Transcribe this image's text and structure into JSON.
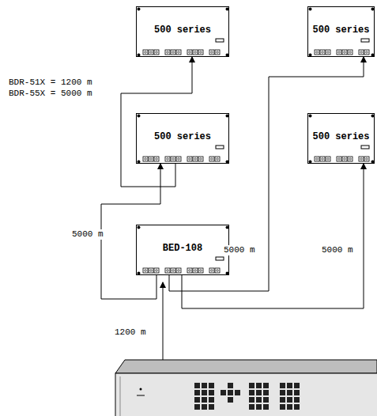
{
  "diagram": {
    "nodes": [
      {
        "text": [
          "500 series"
        ]
      },
      {
        "text": [
          "500 series"
        ]
      },
      {
        "text": [
          "500 series"
        ]
      },
      {
        "text": [
          "500 series"
        ]
      },
      {
        "text": [
          "BED-108"
        ]
      }
    ],
    "edges": [
      {
        "from": 4,
        "to": 2,
        "arrow": "to"
      },
      {
        "from": 2,
        "to": 0,
        "arrow": "to"
      },
      {
        "from": 4,
        "to": 1,
        "arrow": "to"
      },
      {
        "from": 4,
        "to": 3,
        "arrow": "to"
      }
    ],
    "labels": [
      "BDR-51X = 1200 m",
      "BDR-55X = 5000 m",
      "5000 m",
      "5000 m",
      "5000 m",
      "1200 m"
    ]
  }
}
